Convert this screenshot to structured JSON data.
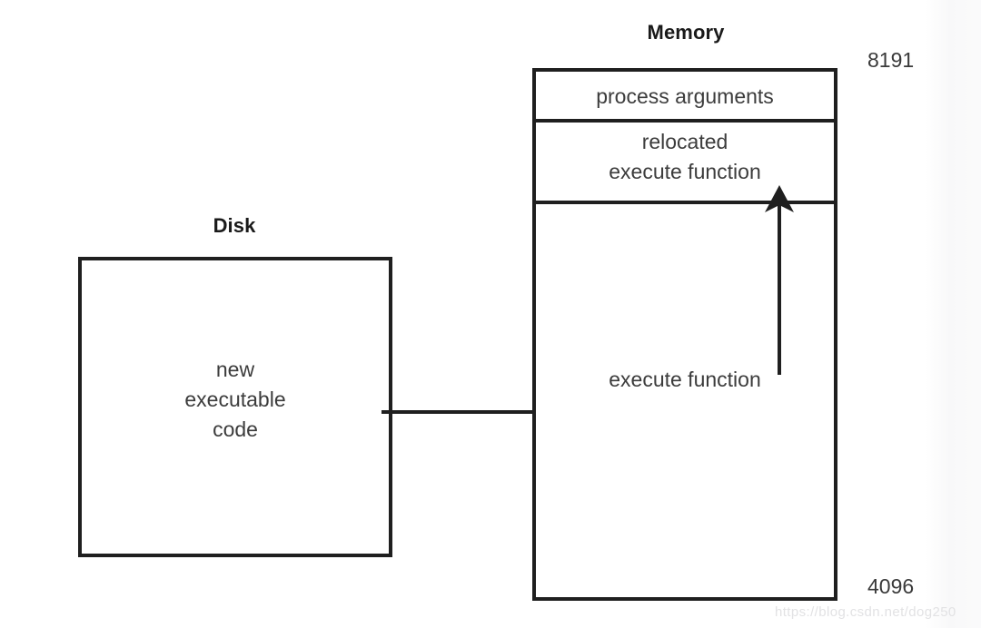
{
  "diagram": {
    "title_disk": "Disk",
    "title_memory": "Memory",
    "address_high": "8191",
    "address_low": "4096",
    "disk_box": {
      "line1": "new",
      "line2": "executable",
      "line3": "code"
    },
    "memory_box": {
      "segment_top": "process arguments",
      "segment_middle_line1": "relocated",
      "segment_middle_line2": "execute function",
      "segment_bottom": "execute function"
    },
    "arrows": {
      "load_arrow_name": "disk-to-memory-arrow",
      "relocate_arrow_name": "relocation-arrow"
    },
    "colors": {
      "stroke": "#1f1f1f",
      "text": "#3c3c3c",
      "heading": "#1a1a1a",
      "background": "#ffffff",
      "watermark": "#e2e2e4"
    }
  },
  "watermark": {
    "text": "https://blog.csdn.net/dog250"
  }
}
